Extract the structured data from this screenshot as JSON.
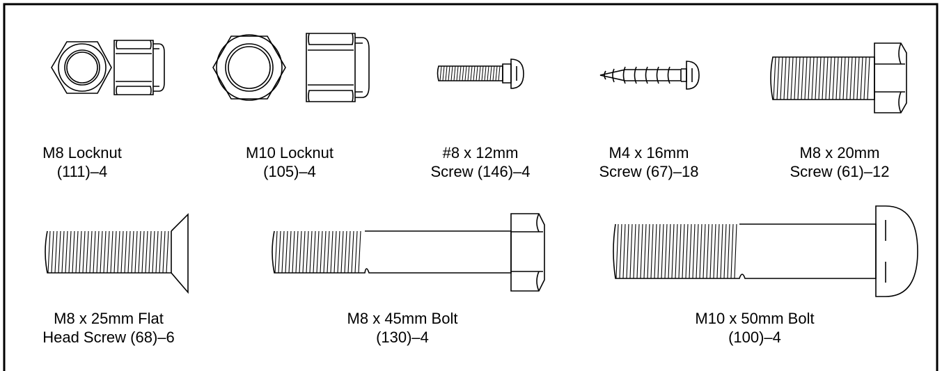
{
  "parts": [
    {
      "id": "m8-locknut",
      "line1": "M8 Locknut",
      "line2": "(111)–4"
    },
    {
      "id": "m10-locknut",
      "line1": "M10 Locknut",
      "line2": "(105)–4"
    },
    {
      "id": "8x12-screw",
      "line1": "#8 x 12mm",
      "line2": "Screw (146)–4"
    },
    {
      "id": "m4x16-screw",
      "line1": "M4 x 16mm",
      "line2": "Screw (67)–18"
    },
    {
      "id": "m8x20-screw",
      "line1": "M8 x 20mm",
      "line2": "Screw (61)–12"
    },
    {
      "id": "m8x25-flat-head-screw",
      "line1": "M8 x 25mm Flat",
      "line2": "Head Screw (68)–6"
    },
    {
      "id": "m8x45-bolt",
      "line1": "M8 x 45mm Bolt",
      "line2": "(130)–4"
    },
    {
      "id": "m10x50-bolt",
      "line1": "M10 x 50mm Bolt",
      "line2": "(100)–4"
    }
  ]
}
